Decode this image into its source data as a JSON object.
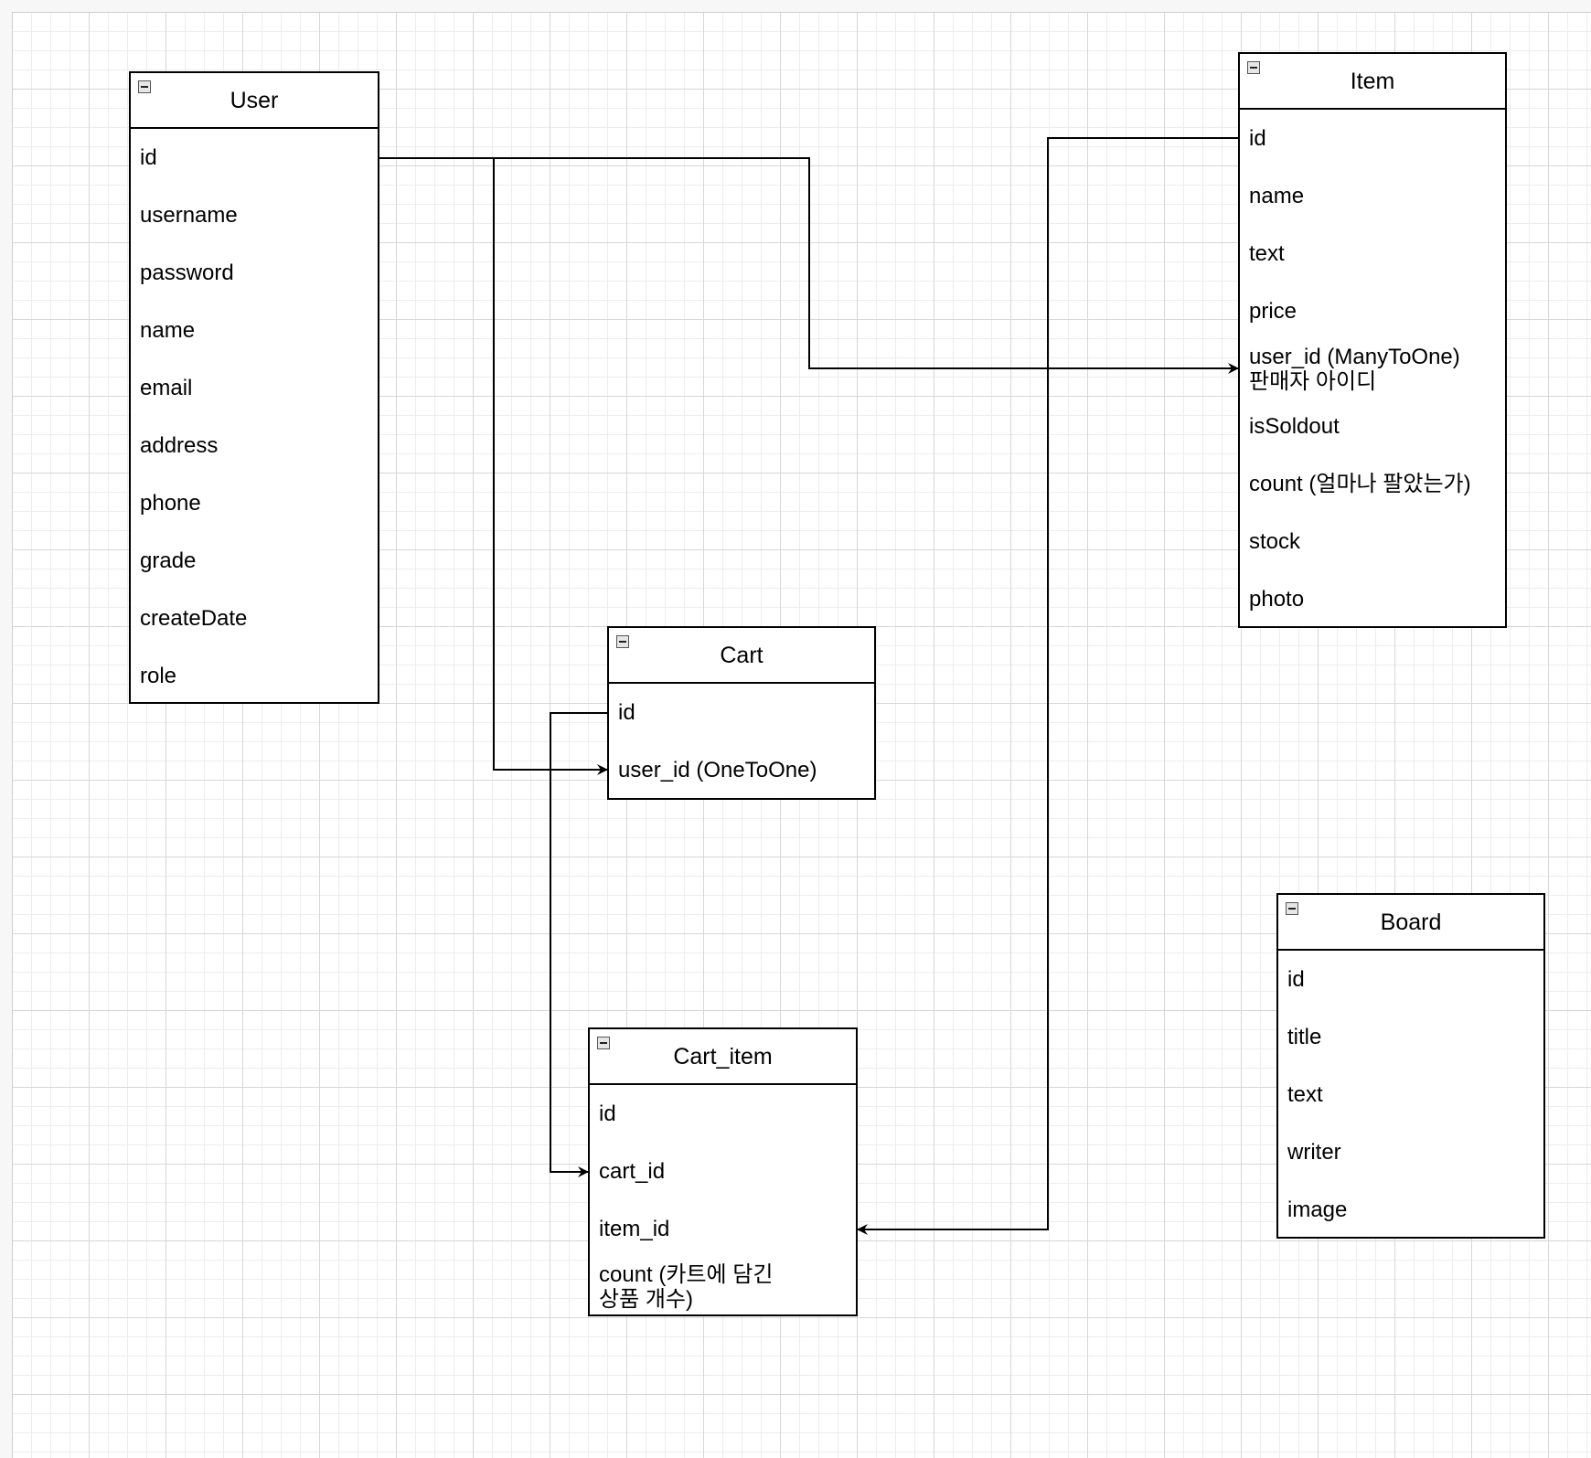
{
  "entities": {
    "user": {
      "title": "User",
      "fields": [
        "id",
        "username",
        "password",
        "name",
        "email",
        "address",
        "phone",
        "grade",
        "createDate",
        "role"
      ]
    },
    "item": {
      "title": "Item",
      "fields": [
        "id",
        "name",
        "text",
        "price",
        "user_id (ManyToOne)\n판매자 아이디",
        "isSoldout",
        "count (얼마나 팔았는가)",
        "stock",
        "photo"
      ]
    },
    "cart": {
      "title": "Cart",
      "fields": [
        "id",
        "user_id (OneToOne)"
      ]
    },
    "cart_item": {
      "title": "Cart_item",
      "fields": [
        "id",
        "cart_id",
        "item_id",
        "count (카트에 담긴\n상품 개수)"
      ]
    },
    "board": {
      "title": "Board",
      "fields": [
        "id",
        "title",
        "text",
        "writer",
        "image"
      ]
    }
  },
  "relationships": [
    {
      "from": "User.id",
      "to": "Item.user_id"
    },
    {
      "from": "User.id",
      "to": "Cart.user_id"
    },
    {
      "from": "Cart.id",
      "to": "Cart_item.cart_id"
    },
    {
      "from": "Item.id",
      "to": "Cart_item.item_id"
    }
  ],
  "colors": {
    "line": "#000000",
    "grid": "#d7d7d7"
  }
}
